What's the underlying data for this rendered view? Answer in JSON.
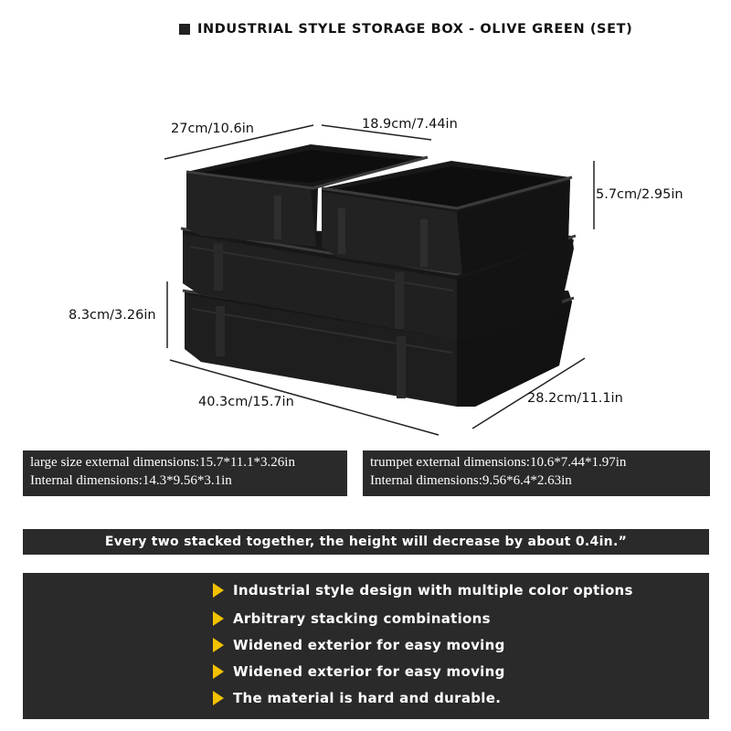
{
  "title": "INDUSTRIAL STYLE STORAGE BOX - OLIVE GREEN (SET)",
  "dimensions": {
    "small_length": "27cm/10.6in",
    "small_width": "18.9cm/7.44in",
    "small_height": "5.7cm/2.95in",
    "large_height": "8.3cm/3.26in",
    "large_length": "40.3cm/15.7in",
    "large_width": "28.2cm/11.1in"
  },
  "specs": {
    "large_external": "large size external dimensions:15.7*11.1*3.26in",
    "large_internal": "Internal dimensions:14.3*9.56*3.1in",
    "small_external": "trumpet external dimensions:10.6*7.44*1.97in",
    "small_internal": "Internal dimensions:9.56*6.4*2.63in"
  },
  "note": "Every two stacked together, the height will decrease by about 0.4in.”",
  "features": [
    "Industrial style design with multiple color options",
    "Arbitrary stacking combinations",
    "Widened exterior for easy moving",
    "Widened exterior for easy moving",
    "The material is hard and durable."
  ],
  "colors": {
    "panel": "#2a2a2a",
    "bullet": "#f2c200",
    "box": "#1a1a1a"
  },
  "icons": {
    "title_marker": "square-icon",
    "feature_bullet": "triangle-right-icon"
  }
}
